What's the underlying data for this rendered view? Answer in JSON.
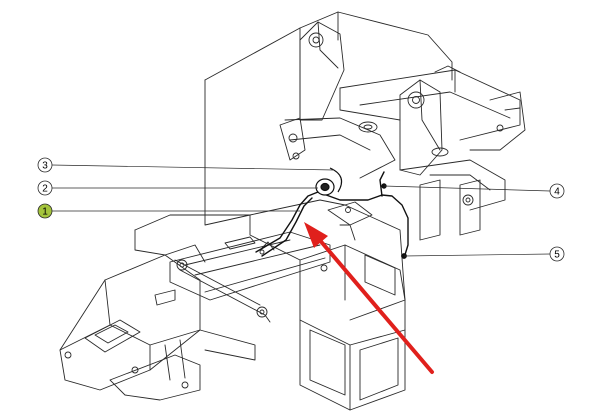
{
  "callouts": [
    {
      "label": "1",
      "highlighted": true
    },
    {
      "label": "2",
      "highlighted": false
    },
    {
      "label": "3",
      "highlighted": false
    },
    {
      "label": "4",
      "highlighted": false
    },
    {
      "label": "5",
      "highlighted": false
    }
  ],
  "colors": {
    "line": "#2a2a2a",
    "cable": "#111111",
    "arrow": "#e0201c",
    "highlight_fill": "#a4c43c",
    "callout_fill": "#ffffff"
  }
}
